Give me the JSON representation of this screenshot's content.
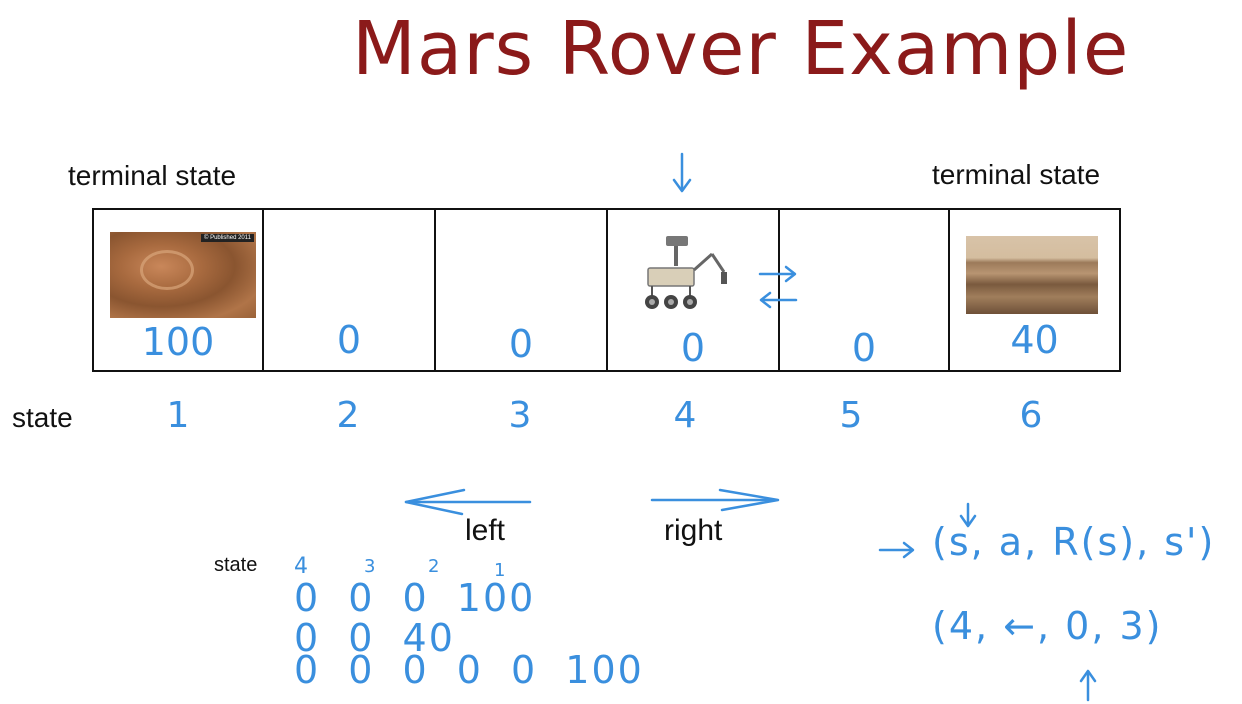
{
  "title": "Mars Rover Example",
  "terminal_left": "terminal state",
  "terminal_right": "terminal state",
  "state_label": "state",
  "cells": [
    {
      "state": "1",
      "reward": "100"
    },
    {
      "state": "2",
      "reward": "0"
    },
    {
      "state": "3",
      "reward": "0"
    },
    {
      "state": "4",
      "reward": "0"
    },
    {
      "state": "5",
      "reward": "0"
    },
    {
      "state": "6",
      "reward": "40"
    }
  ],
  "crater_caption": "© Published 2011",
  "actions": {
    "left": "left",
    "right": "right"
  },
  "sequence_header": {
    "label": "state",
    "values": [
      "4",
      "3",
      "2",
      "1"
    ]
  },
  "sequences": [
    "0 0 0 100",
    "0 0 40",
    "0 0 0 0 0 100"
  ],
  "tuple_general": "(s, a, R(s), s')",
  "tuple_example": "(4, ←, 0, 3)",
  "colors": {
    "title": "#8b1a1a",
    "annotation": "#3a8fde",
    "grid": "#111111"
  }
}
